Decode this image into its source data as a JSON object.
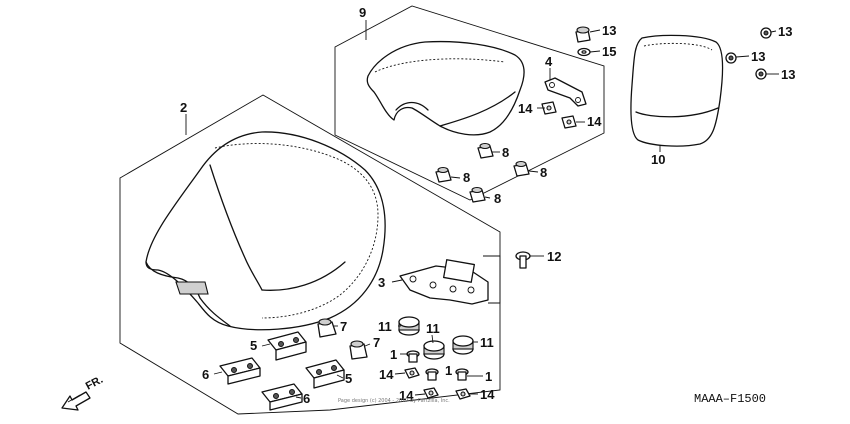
{
  "diagram_code": "MAAA–F1500",
  "direction_label": "FR.",
  "watermark": "Page design (c) 2004 - 2017 by Partzilla, Inc.",
  "callouts": {
    "c1a": "1",
    "c1b": "1",
    "c1c": "1",
    "c2": "2",
    "c3": "3",
    "c4": "4",
    "c5a": "5",
    "c5b": "5",
    "c6a": "6",
    "c6b": "6",
    "c7a": "7",
    "c7b": "7",
    "c8a": "8",
    "c8b": "8",
    "c8c": "8",
    "c8d": "8",
    "c9": "9",
    "c10": "10",
    "c11a": "11",
    "c11b": "11",
    "c11c": "11",
    "c12": "12",
    "c13a": "13",
    "c13b": "13",
    "c13c": "13",
    "c13d": "13",
    "c14a": "14",
    "c14b": "14",
    "c14c": "14",
    "c14d": "14",
    "c14e": "14",
    "c15": "15"
  }
}
